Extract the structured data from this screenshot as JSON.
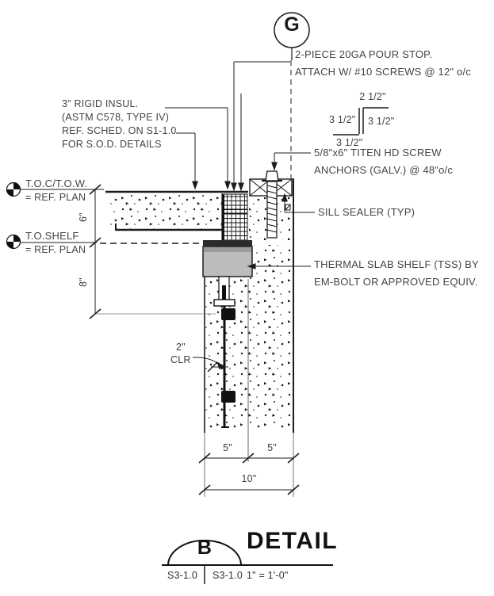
{
  "grid": {
    "bubble_label": "G"
  },
  "callouts": {
    "pour_stop_1": "2-PIECE 20GA POUR STOP.",
    "pour_stop_2": "ATTACH W/ #10 SCREWS @ 12\" o/c",
    "profile": {
      "top": "2 1/2\"",
      "left": "3 1/2\"",
      "right": "3 1/2\"",
      "bottom": "3 1/2\""
    },
    "titen_1": "5/8\"x6\" TITEN HD SCREW",
    "titen_2": "ANCHORS (GALV.) @ 48\"o/c",
    "sill_sealer": "SILL SEALER (TYP)",
    "insul_1": "3\" RIGID INSUL.",
    "insul_2": "(ASTM C578, TYPE IV)",
    "insul_3": "REF. SCHED. ON S1-1.0",
    "insul_4": "FOR S.O.D. DETAILS",
    "toc_1": "T.O.C/T.O.W.",
    "toc_2": "= REF. PLAN",
    "toshelf_1": "T.O.SHELF",
    "toshelf_2": "= REF. PLAN",
    "tss_1": "THERMAL SLAB SHELF (TSS) BY",
    "tss_2": "EM-BOLT OR APPROVED EQUIV.",
    "clr_1": "2\"",
    "clr_2": "CLR"
  },
  "dimensions": {
    "upper_height": "6\"",
    "lower_height": "8\"",
    "width_left": "5\"",
    "width_right": "5\"",
    "width_total": "10\""
  },
  "title_block": {
    "detail_letter": "B",
    "sheet_ref_left": "S3-1.0",
    "sheet_ref_right": "S3-1.0",
    "title": "DETAIL",
    "scale": "1\" = 1'-0\""
  }
}
